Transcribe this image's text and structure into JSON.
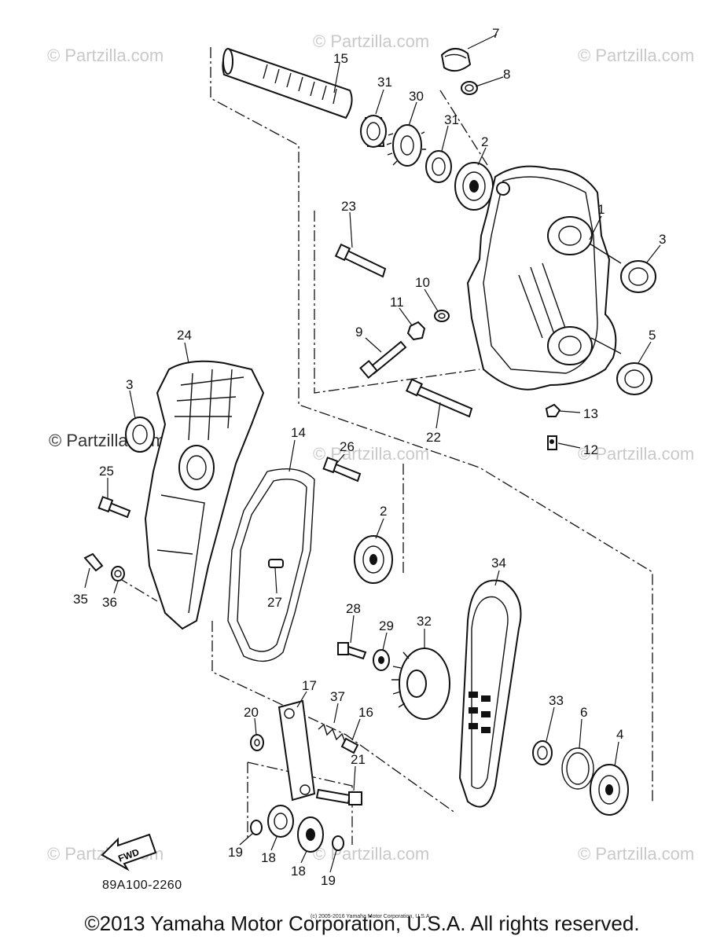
{
  "watermarks": [
    "© Partzilla.com",
    "© Partzilla.com",
    "© Partzilla.com",
    "© Partzilla.com",
    "© Partzilla.com",
    "© Partzilla.com",
    "© Partzilla.com",
    "© Partzilla.com",
    "© Partzilla.com"
  ],
  "part_numbers": {
    "p1": "1",
    "p2a": "2",
    "p2b": "2",
    "p3a": "3",
    "p3b": "3",
    "p4": "4",
    "p5": "5",
    "p6": "6",
    "p7": "7",
    "p8": "8",
    "p9": "9",
    "p10": "10",
    "p11": "11",
    "p12": "12",
    "p13": "13",
    "p14": "14",
    "p15": "15",
    "p16": "16",
    "p17": "17",
    "p18a": "18",
    "p18b": "18",
    "p19a": "19",
    "p19b": "19",
    "p20": "20",
    "p21": "21",
    "p22": "22",
    "p23": "23",
    "p24": "24",
    "p25": "25",
    "p26": "26",
    "p27": "27",
    "p28": "28",
    "p29": "29",
    "p30": "30",
    "p31a": "31",
    "p31b": "31",
    "p32": "32",
    "p33": "33",
    "p34": "34",
    "p35": "35",
    "p36": "36",
    "p37": "37"
  },
  "fwd_label": "FWD",
  "diagram_code": "89A100-2260",
  "tiny_credit": "(c) 2005-2016 Yamaha Motor Corporation, U.S.A.",
  "copyright": "©2013 Yamaha Motor Corporation, U.S.A. All rights reserved."
}
